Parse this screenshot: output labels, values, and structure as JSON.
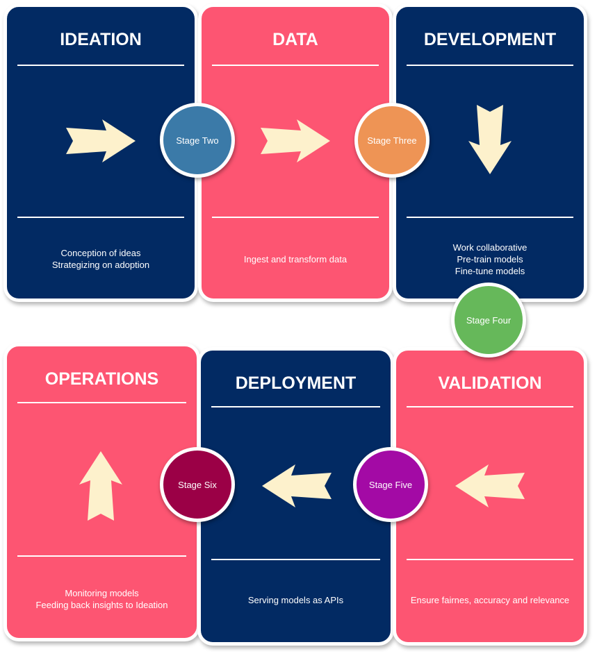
{
  "colors": {
    "navy": "#022a63",
    "pink": "#fd5572",
    "arrow": "#fdf1cc",
    "stage_two": "#3b7aa8",
    "stage_three": "#ee9455",
    "stage_four": "#66b85a",
    "stage_five": "#a30aa5",
    "stage_six": "#9b0046"
  },
  "cards": {
    "ideation": {
      "title": "IDEATION",
      "lines": [
        "Conception of ideas",
        "Strategizing on adoption"
      ]
    },
    "data": {
      "title": "DATA",
      "lines": [
        "Ingest and transform data"
      ]
    },
    "development": {
      "title": "DEVELOPMENT",
      "lines": [
        "Work collaborative",
        "Pre-train models",
        "Fine-tune models"
      ]
    },
    "operations": {
      "title": "OPERATIONS",
      "lines": [
        "Monitoring models",
        "Feeding back insights to Ideation"
      ]
    },
    "deployment": {
      "title": "DEPLOYMENT",
      "lines": [
        "Serving models as APIs"
      ]
    },
    "validation": {
      "title": "VALIDATION",
      "lines": [
        "Ensure fairnes, accuracy and relevance"
      ]
    }
  },
  "stages": {
    "two": "Stage Two",
    "three": "Stage Three",
    "four": "Stage Four",
    "five": "Stage Five",
    "six": "Stage Six"
  },
  "arrows": {
    "ideation": "arrow-right-icon",
    "data": "arrow-right-icon",
    "development": "arrow-down-icon",
    "validation": "arrow-left-icon",
    "deployment": "arrow-left-icon",
    "operations": "arrow-up-icon"
  }
}
